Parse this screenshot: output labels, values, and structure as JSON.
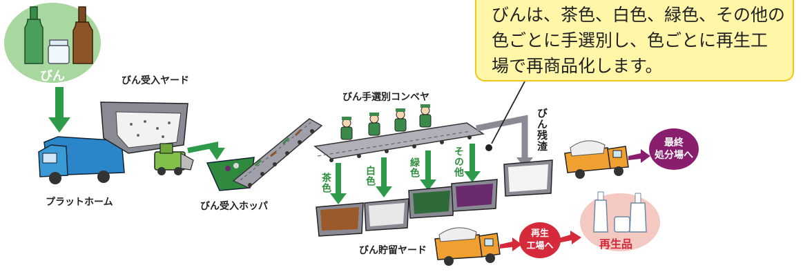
{
  "callout": {
    "lines": [
      "びんは、茶色、白色、緑色、その他の",
      "色ごとに手選別し、色ごとに再生工",
      "場で再商品化します。"
    ]
  },
  "labels": {
    "bottles": "びん",
    "receiving_yard": "びん受入ヤード",
    "platform": "プラットホーム",
    "hopper": "びん受入ホッパ",
    "conveyor": "びん手選別コンベヤ",
    "residue": "びん残渣",
    "storage_yard": "びん貯留ヤード",
    "final_disposal_line1": "最終",
    "final_disposal_line2": "処分場へ",
    "recycle_factory_line1": "再生",
    "recycle_factory_line2": "工場へ",
    "recycled_product": "再生品"
  },
  "colors_sorted": [
    {
      "label": "茶色",
      "fill": "#9a5a2a"
    },
    {
      "label": "白色",
      "fill": "#e8e8e8"
    },
    {
      "label": "緑色",
      "fill": "#2f6b3a"
    },
    {
      "label": "その他",
      "fill": "#6a2a6e"
    }
  ],
  "palette": {
    "arrow_green": "#2e9b4a",
    "callout_fill": "#fff6a8",
    "callout_border": "#f0c419",
    "disposal_purple": "#8a1e6e",
    "recycle_red": "#d42a3a",
    "recycled_pink": "#f3c9c2",
    "bottle_bubble": "#a8d8a0",
    "truck_blue": "#2a86c8",
    "truck_orange": "#f0a030",
    "gray_bin": "#8a8a94"
  },
  "icons": [
    "green-bottle-icon",
    "clear-jar-icon",
    "brown-bottle-icon",
    "garbage-truck-icon",
    "loader-icon",
    "dump-truck-icon",
    "worker-icon"
  ]
}
